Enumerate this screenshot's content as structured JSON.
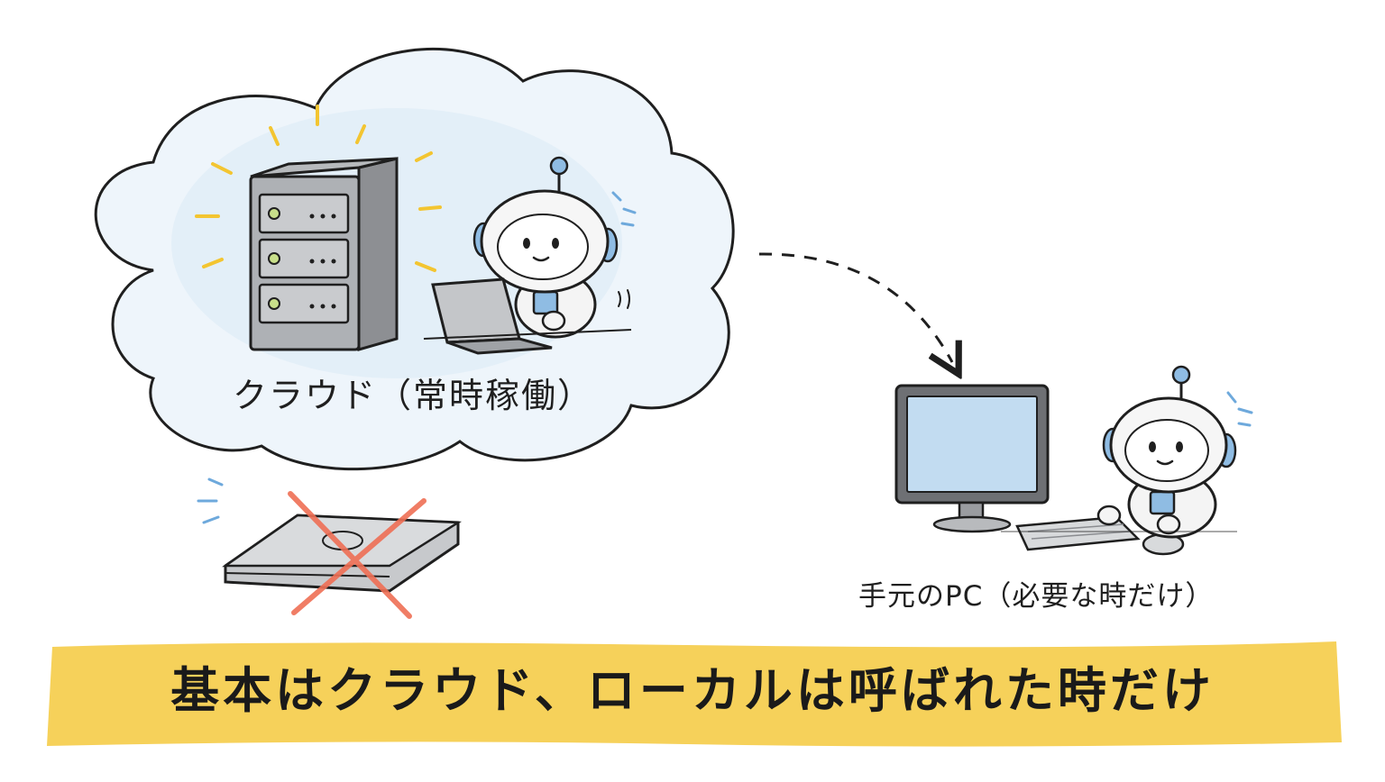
{
  "cloud_label": "クラウド（常時稼働）",
  "pc_label": "手元のPC（必要な時だけ）",
  "banner_text": "基本はクラウド、ローカルは呼ばれた時だけ",
  "colors": {
    "cloud_fill": "#dcebf7",
    "banner": "#f5cd4c",
    "x_mark": "#ef6f55",
    "accent_blue": "#6ea9dc",
    "sparkle_yellow": "#f3c531",
    "ink": "#1f1f1f"
  },
  "icons": [
    "cloud-icon",
    "server-icon",
    "robot-icon",
    "laptop-icon",
    "monitor-icon",
    "keyboard-icon",
    "mouse-icon",
    "closed-laptop-icon",
    "x-mark-icon",
    "dashed-arrow-icon"
  ]
}
